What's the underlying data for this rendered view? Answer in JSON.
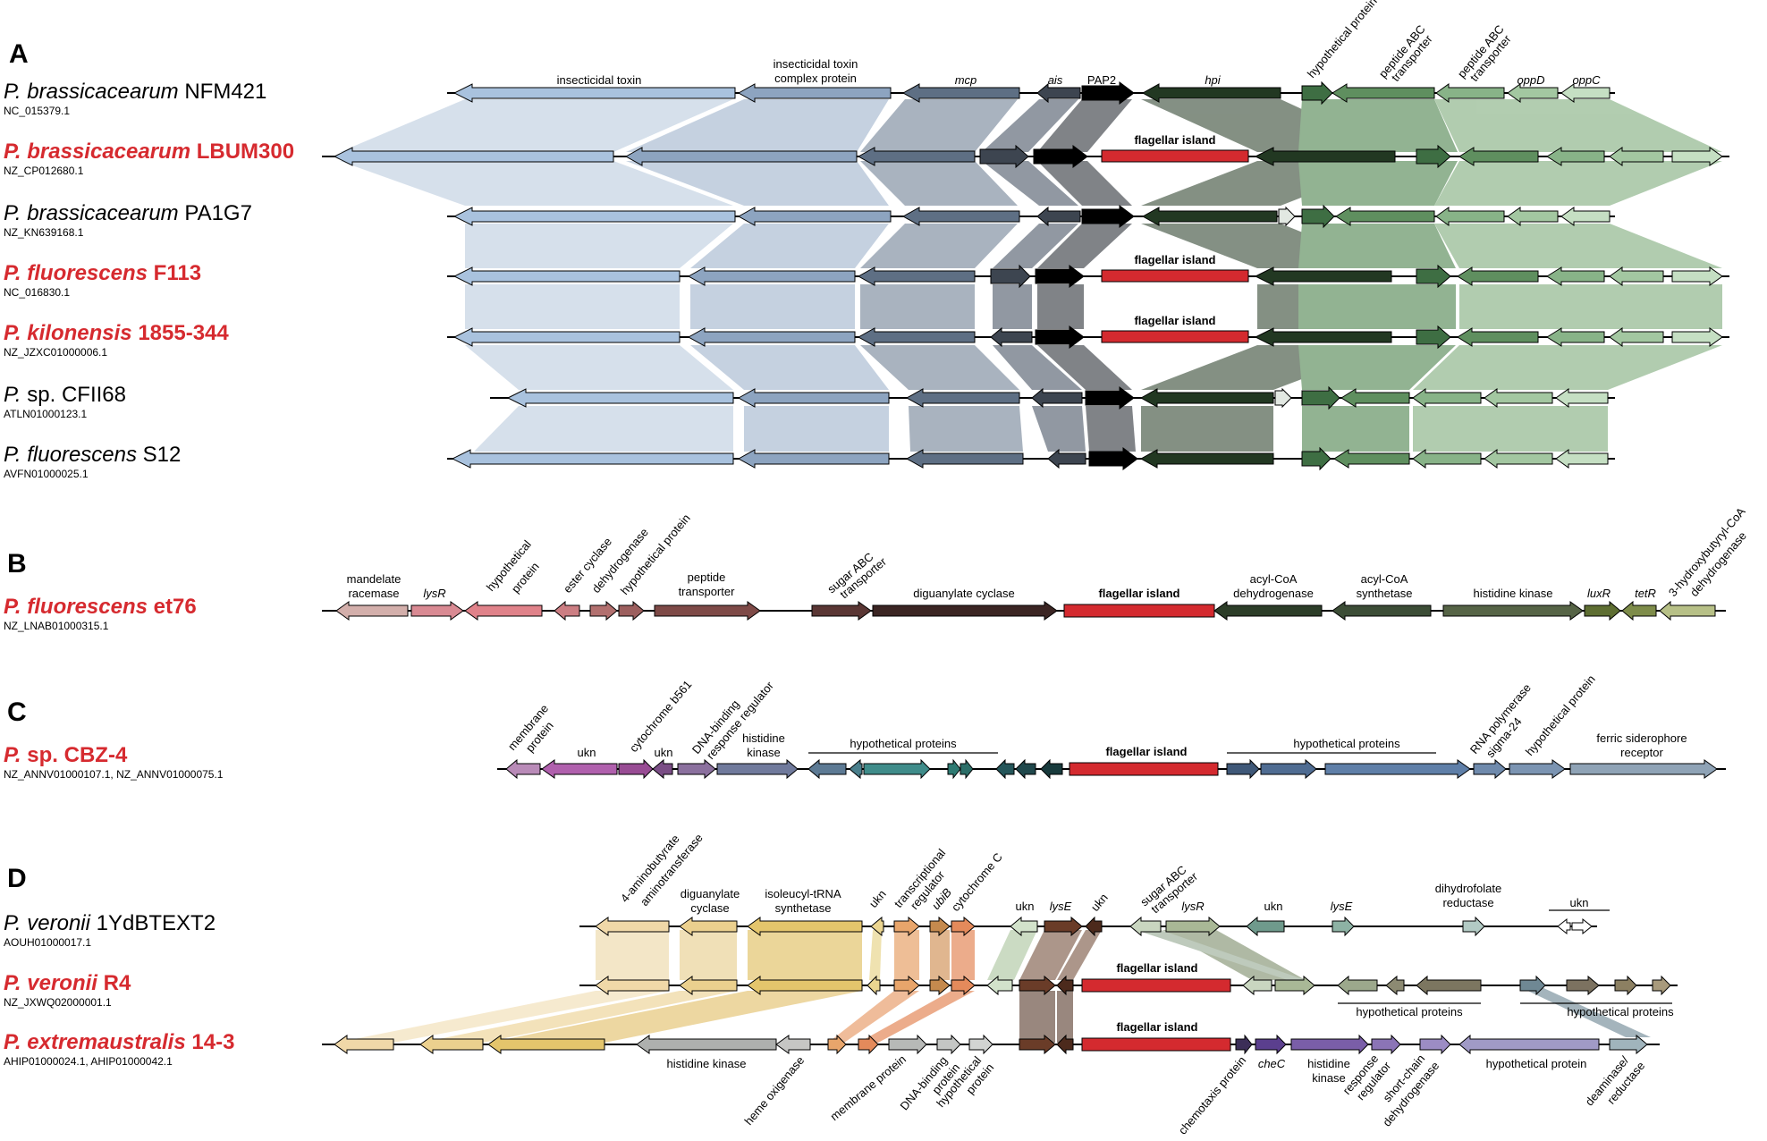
{
  "colors": {
    "flagellar": "#d42a2f",
    "gene_stroke": "#000000",
    "label_red": "#d62a2f"
  },
  "panels": [
    {
      "id": "A",
      "label": "A"
    },
    {
      "id": "B",
      "label": "B"
    },
    {
      "id": "C",
      "label": "C"
    },
    {
      "id": "D",
      "label": "D"
    }
  ],
  "strains": [
    {
      "panel": "A",
      "genus": "P.",
      "species": "brassicacearum",
      "strain": "NFM421",
      "accession": "NC_015379.1",
      "highlight": false
    },
    {
      "panel": "A",
      "genus": "P.",
      "species": "brassicacearum",
      "strain": "LBUM300",
      "accession": "NZ_CP012680.1",
      "highlight": true
    },
    {
      "panel": "A",
      "genus": "P.",
      "species": "brassicacearum",
      "strain": "PA1G7",
      "accession": "NZ_KN639168.1",
      "highlight": false
    },
    {
      "panel": "A",
      "genus": "P.",
      "species": "fluorescens",
      "strain": "F113",
      "accession": "NC_016830.1",
      "highlight": true
    },
    {
      "panel": "A",
      "genus": "P.",
      "species": "kilonensis",
      "strain": "1855-344",
      "accession": "NZ_JZXC01000006.1",
      "highlight": true
    },
    {
      "panel": "A",
      "genus": "P.",
      "species": "sp.",
      "strain": "CFII68",
      "accession": "ATLN01000123.1",
      "highlight": false
    },
    {
      "panel": "A",
      "genus": "P.",
      "species": "fluorescens",
      "strain": "S12",
      "accession": "AVFN01000025.1",
      "highlight": false
    },
    {
      "panel": "B",
      "genus": "P.",
      "species": "fluorescens",
      "strain": "et76",
      "accession": "NZ_LNAB01000315.1",
      "highlight": true
    },
    {
      "panel": "C",
      "genus": "P.",
      "species": "sp.",
      "strain": "CBZ-4",
      "accession": "NZ_ANNV01000107.1,  NZ_ANNV01000075.1",
      "highlight": true
    },
    {
      "panel": "D",
      "genus": "P.",
      "species": "veronii",
      "strain": "1YdBTEXT2",
      "accession": "AOUH01000017.1",
      "highlight": false
    },
    {
      "panel": "D",
      "genus": "P.",
      "species": "veronii",
      "strain": "R4",
      "accession": "NZ_JXWQ02000001.1",
      "highlight": true
    },
    {
      "panel": "D",
      "genus": "P.",
      "species": "extremaustralis",
      "strain": "14-3",
      "accession": "AHIP01000024.1,  AHIP01000042.1",
      "highlight": true
    }
  ],
  "labels_A": {
    "insecticidal_toxin": "insecticidal toxin",
    "complex_1": "insecticidal toxin",
    "complex_2": "complex protein",
    "mcp": "mcp",
    "ais": "ais",
    "pap2": "PAP2",
    "hpi": "hpi",
    "hyp": "hypothetical protein",
    "pep1a": "peptide ABC",
    "pep1b": "transporter",
    "pep2a": "peptide ABC",
    "pep2b": "transporter",
    "oppD": "oppD",
    "oppC": "oppC",
    "flagellar": "flagellar island"
  },
  "labels_B": {
    "mand1": "mandelate",
    "mand2": "racemase",
    "lysR": "lysR",
    "hyp1a": "hypothetical",
    "hyp1b": "protein",
    "ester": "ester cyclase",
    "dehyd": "dehydrogenase",
    "hyp2": "hypothetical protein",
    "pep1": "peptide",
    "pep2": "transporter",
    "sugar1": "sugar ABC",
    "sugar2": "transporter",
    "digua": "diguanylate cyclase",
    "flag": "flagellar island",
    "acyl1a": "acyl-CoA",
    "acyl1b": "dehydrogenase",
    "acyl2a": "acyl-CoA",
    "acyl2b": "synthetase",
    "histk": "histidine kinase",
    "luxR": "luxR",
    "tetR": "tetR",
    "hbd1": "3-hydroxybutyryl-CoA",
    "hbd2": "dehydrogenase"
  },
  "labels_C": {
    "mem1": "membrane",
    "mem2": "protein",
    "ukn1": "ukn",
    "cyt": "cytochrome b561",
    "ukn2": "ukn",
    "dna1": "DNA-binding",
    "dna2": "response regulator",
    "hk1": "histidine",
    "hk2": "kinase",
    "hypL": "hypothetical proteins",
    "flag": "flagellar island",
    "hypR": "hypothetical proteins",
    "rna1": "RNA polymerase",
    "rna2": "sigma-24",
    "hyp": "hypothetical protein",
    "fer1": "ferric siderophore",
    "fer2": "receptor"
  },
  "labels_D": {
    "gaba1": "4-aminobutyrate",
    "gaba2": "aminotransferase",
    "dig1": "diguanylate",
    "dig2": "cyclase",
    "ile1": "isoleucyl-tRNA",
    "ile2": "synthetase",
    "ukn1": "ukn",
    "tr1": "transcriptional",
    "tr2": "regulator",
    "ubiB": "ubiB",
    "cytC": "cytochrome C",
    "ukn2": "ukn",
    "lysE1": "lysE",
    "ukn3": "ukn",
    "sug1": "sugar ABC",
    "sug2": "transporter",
    "lysR": "lysR",
    "ukn4": "ukn",
    "lysE2": "lysE",
    "dhf1": "dihydrofolate",
    "dhf2": "reductase",
    "ukn5": "ukn",
    "flag1": "flagellar island",
    "flag2": "flagellar island",
    "hyps1": "hypothetical proteins",
    "hyps2": "hypothetical proteins",
    "histk": "histidine kinase",
    "heme": "heme oxigenase",
    "memb": "membrane protein",
    "dna1": "DNA-binding",
    "dna2": "protein",
    "hyp1": "hypothetical",
    "hyp2": "protein",
    "chemo": "chemotaxis protein",
    "cheC": "cheC",
    "hk1": "histidine",
    "hk2": "kinase",
    "rr1": "response",
    "rr2": "regulator",
    "sc1": "short-chain",
    "sc2": "dehydrogenase",
    "hypP": "hypothetical protein",
    "dea1": "deaminase/",
    "dea2": "reductase"
  }
}
